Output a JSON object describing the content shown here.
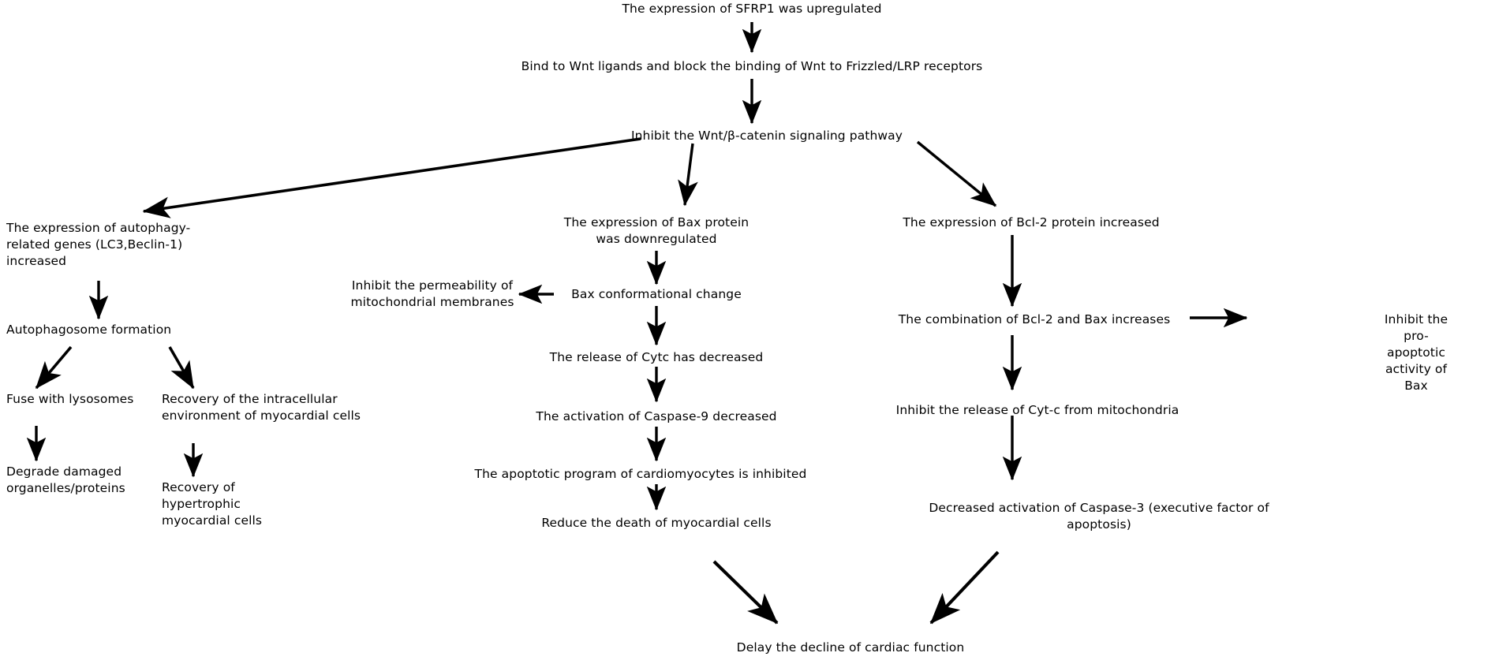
{
  "diagram": {
    "title": "SFRP1 signaling pathway flowchart",
    "background_color": "#ffffff",
    "line_color": "#000000",
    "text_color": "#000000"
  },
  "nodes": {
    "sfrp1_upregulated": "The expression of SFRP1 was upregulated",
    "bind_wnt_ligands": "Bind to Wnt ligands and block the binding of Wnt to Frizzled/LRP receptors",
    "inhibit_wnt_pathway": "Inhibit the Wnt/β-catenin signaling pathway",
    "autophagy_genes": "The expression of autophagy-\nrelated genes (LC3,Beclin-1)\nincreased",
    "autophagosome_formation": "Autophagosome formation",
    "fuse_with_lysosomes": "Fuse with lysosomes",
    "degrade_damaged": "Degrade damaged\norganelles/proteins",
    "recovery_intracellular": "Recovery of the intracellular\nenvironment of myocardial cells",
    "recovery_hypertrophic": "Recovery of\nhypertrophic\nmyocardial cells",
    "bax_downregulated": "The expression of Bax protein\nwas downregulated",
    "bax_conformational": "Bax conformational change",
    "inhibit_permeability": "Inhibit the permeability of\nmitochondrial membranes",
    "cytc_release_decreased": "The release of Cytc has decreased",
    "caspase9_decreased": "The activation of Caspase-9 decreased",
    "apoptotic_program_inhibited": "The apoptotic program of cardiomyocytes is inhibited",
    "reduce_death_myocardial": "Reduce the death of myocardial cells",
    "bcl2_increased": "The expression of Bcl-2 protein increased",
    "bcl2_bax_combination": "The combination of Bcl-2 and Bax increases",
    "inhibit_pro_apoptotic": "Inhibit the pro-apoptotic activity of Bax",
    "inhibit_cytc_release": "Inhibit the release of Cyt-c from mitochondria",
    "caspase3_decreased": "Decreased activation of Caspase-3 (executive factor of apoptosis)",
    "delay_cardiac_decline": "Delay the decline of cardiac function"
  },
  "edges": [
    {
      "from": "sfrp1_upregulated",
      "to": "bind_wnt_ligands",
      "kind": "vertical"
    },
    {
      "from": "bind_wnt_ligands",
      "to": "inhibit_wnt_pathway",
      "kind": "vertical"
    },
    {
      "from": "inhibit_wnt_pathway",
      "to": "autophagy_genes",
      "kind": "diagonal-left"
    },
    {
      "from": "inhibit_wnt_pathway",
      "to": "bax_downregulated",
      "kind": "diagonal-left-short"
    },
    {
      "from": "inhibit_wnt_pathway",
      "to": "bcl2_increased",
      "kind": "diagonal-right"
    },
    {
      "from": "autophagy_genes",
      "to": "autophagosome_formation",
      "kind": "vertical"
    },
    {
      "from": "autophagosome_formation",
      "to": "fuse_with_lysosomes",
      "kind": "diagonal-left"
    },
    {
      "from": "autophagosome_formation",
      "to": "recovery_intracellular",
      "kind": "diagonal-right"
    },
    {
      "from": "fuse_with_lysosomes",
      "to": "degrade_damaged",
      "kind": "vertical"
    },
    {
      "from": "recovery_intracellular",
      "to": "recovery_hypertrophic",
      "kind": "vertical"
    },
    {
      "from": "bax_downregulated",
      "to": "bax_conformational",
      "kind": "vertical"
    },
    {
      "from": "bax_conformational",
      "to": "inhibit_permeability",
      "kind": "horizontal-left"
    },
    {
      "from": "bax_conformational",
      "to": "cytc_release_decreased",
      "kind": "vertical"
    },
    {
      "from": "cytc_release_decreased",
      "to": "caspase9_decreased",
      "kind": "vertical"
    },
    {
      "from": "caspase9_decreased",
      "to": "apoptotic_program_inhibited",
      "kind": "vertical"
    },
    {
      "from": "apoptotic_program_inhibited",
      "to": "reduce_death_myocardial",
      "kind": "vertical"
    },
    {
      "from": "reduce_death_myocardial",
      "to": "delay_cardiac_decline",
      "kind": "diagonal-right"
    },
    {
      "from": "bcl2_increased",
      "to": "bcl2_bax_combination",
      "kind": "vertical"
    },
    {
      "from": "bcl2_bax_combination",
      "to": "inhibit_pro_apoptotic",
      "kind": "horizontal-right"
    },
    {
      "from": "bcl2_bax_combination",
      "to": "inhibit_cytc_release",
      "kind": "vertical"
    },
    {
      "from": "inhibit_cytc_release",
      "to": "caspase3_decreased",
      "kind": "vertical"
    },
    {
      "from": "caspase3_decreased",
      "to": "delay_cardiac_decline",
      "kind": "diagonal-left"
    }
  ]
}
